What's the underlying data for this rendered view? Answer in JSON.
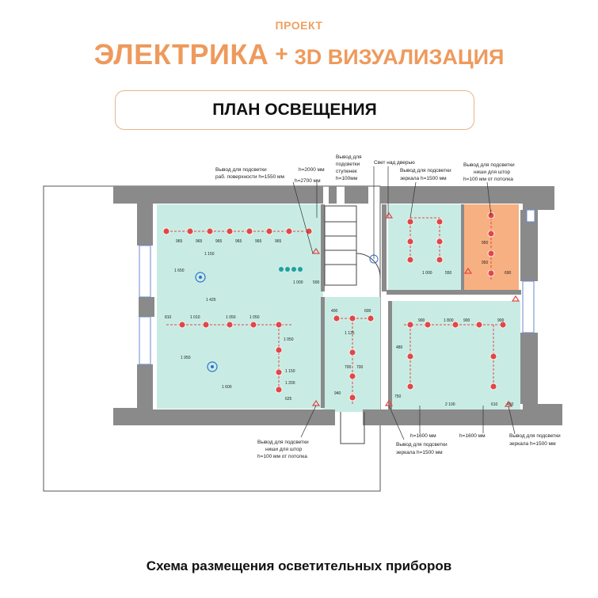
{
  "header": {
    "project_label": "ПРОЕКТ",
    "title_main": "ЭЛЕКТРИКА",
    "title_plus": "+",
    "title_sub": "3D ВИЗУАЛИЗАЦИЯ"
  },
  "plan_title": "ПЛАН ОСВЕЩЕНИЯ",
  "caption": "Схема размещения осветительных приборов",
  "colors": {
    "accent_orange": "#ee9a5c",
    "room_fill": "#c8ece4",
    "niche_fill": "#f7b081",
    "wall": "#808080",
    "lamp": "#e04848"
  },
  "annotations": {
    "work_surface_1": "Вывод для подсветки",
    "work_surface_2": "раб. поверхности h=1550 мм",
    "h2000": "h=2000 мм",
    "h2700": "h=2700 мм",
    "steps_1": "Вывод для",
    "steps_2": "подсветки",
    "steps_3": "ступенек",
    "steps_4": "h=100мм",
    "door_light": "Свет над дверью",
    "mirror_top_1": "Вывод для подсветки",
    "mirror_top_2": "зеркала h=1500 мм",
    "curtain_niche_1": "Вывод для подсветки",
    "curtain_niche_2": "ниши для штор",
    "curtain_niche_3": "h=100 мм от потолка",
    "curtain_left_1": "Вывод для подсветки",
    "curtain_left_2": "ниши для штор",
    "curtain_left_3": "h=100 мм от потолка",
    "mirror_bottom_1": "Вывод для подсветки",
    "mirror_bottom_2": "зеркала h=1500 мм",
    "h1600_a": "h=1600 мм",
    "h1600_b": "h=1600 мм",
    "mirror_right_1": "Вывод для подсветки",
    "mirror_right_2": "зеркала h=1500 мм"
  },
  "dimensions": {
    "d965_a": "965",
    "d965_b": "965",
    "d965_c": "965",
    "d965_d": "965",
    "d965_e": "965",
    "d965_f": "965",
    "d1150": "1 150",
    "d1650": "1 650",
    "d1425": "1 425",
    "d810": "810",
    "d1010": "1 010",
    "d1050_a": "1 050",
    "d1050_b": "1 050",
    "d1050_c": "1 050",
    "d1950": "1 950",
    "d1600_v": "1 600",
    "d1200": "1 200",
    "d1150_b": "1 150",
    "d1000": "1 000",
    "d500": "500",
    "d400": "400",
    "d600": "600",
    "d1125": "1 125",
    "d700_a": "700",
    "d700_b": "700",
    "d940": "940",
    "d1000_b": "1 000",
    "d550": "550",
    "d950_a": "950",
    "d950_b": "950",
    "d690": "690",
    "d900_a": "900",
    "d900_b": "900",
    "d900_c": "900",
    "d1800": "1 800",
    "d2100": "2 100",
    "d610": "610",
    "d450": "450",
    "d750": "750",
    "d480": "480",
    "d625": "625"
  }
}
